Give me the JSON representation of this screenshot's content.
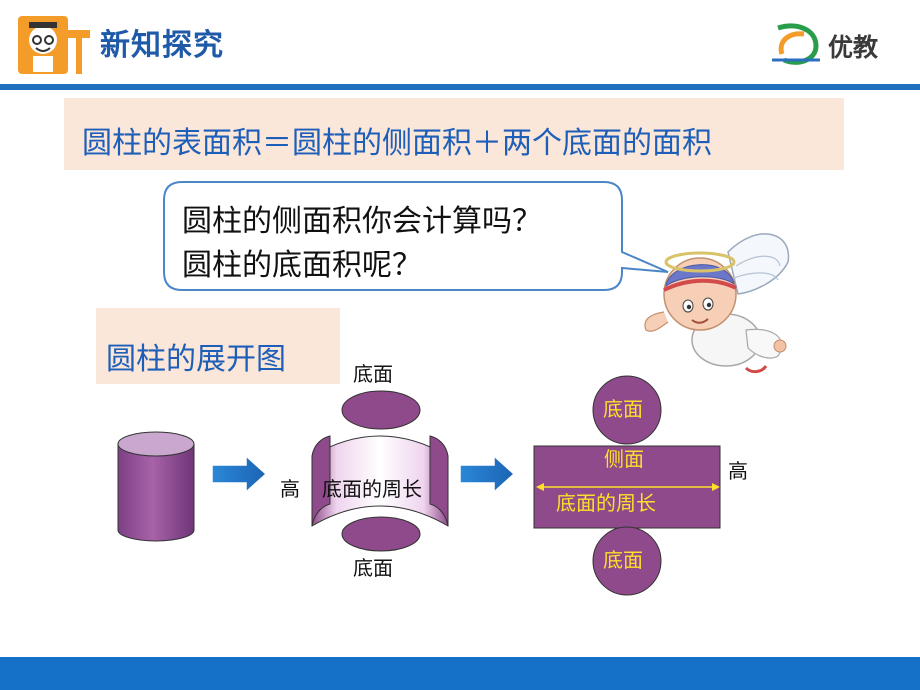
{
  "header": {
    "title": "新知探究",
    "brand": "优教"
  },
  "formula": "圆柱的表面积＝圆柱的侧面积＋两个底面的面积",
  "speech_bubble": {
    "line1": "圆柱的侧面积你会计算吗？",
    "line2": "圆柱的底面积呢？"
  },
  "net_label": "圆柱的展开图",
  "diagram": {
    "top_base": "底面",
    "bottom_base": "底面",
    "height": "高",
    "circumference": "底面的周长",
    "side": "侧面",
    "net_top_base": "底面",
    "net_bottom_base": "底面",
    "net_height": "高",
    "net_circumference": "底面的周长"
  },
  "colors": {
    "accent_blue": "#1d5fb8",
    "cylinder_purple": "#8e4a8a",
    "label_yellow": "#ffdf2b",
    "highlight_box": "#fbe6da"
  }
}
